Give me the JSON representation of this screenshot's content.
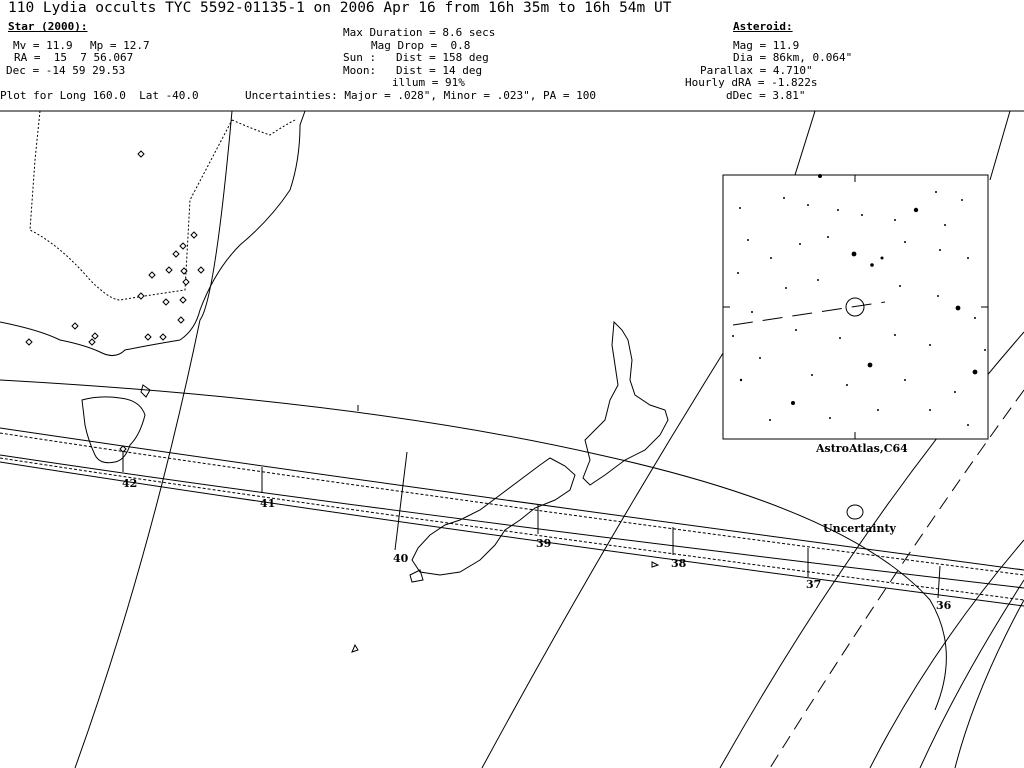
{
  "header": {
    "title": "110 Lydia occults TYC 5592-01135-1 on 2006 Apr 16 from 16h 35m to 16h 54m UT",
    "star_heading": "Star (2000):",
    "star_mv": "Mv = 11.9",
    "star_mp": "Mp = 12.7",
    "star_ra": "RA =  15  7 56.067",
    "star_dec": "Dec = -14 59 29.53",
    "plot_for": "Plot for Long 160.0  Lat -40.0",
    "max_duration": "Max Duration = 8.6 secs",
    "mag_drop": "Mag Drop =  0.8",
    "sun": "Sun :   Dist = 158 deg",
    "moon": "Moon:   Dist = 14 deg",
    "illum": "illum = 91%",
    "uncertainties": "Uncertainties: Major = .028\", Minor = .023\", PA = 100",
    "asteroid_heading": "Asteroid:",
    "ast_mag": "Mag = 11.9",
    "ast_dia": "Dia = 86km, 0.064\"",
    "ast_parallax": "Parallax = 4.710\"",
    "ast_hourly_dra": "Hourly dRA = -1.822s",
    "ast_ddec": "dDec = 3.81\""
  },
  "map": {
    "time_labels": [
      "42",
      "41",
      "40",
      "39",
      "38",
      "37",
      "36"
    ],
    "inset_caption": "AstroAtlas,C64",
    "uncertainty_label": "Uncertainty"
  }
}
